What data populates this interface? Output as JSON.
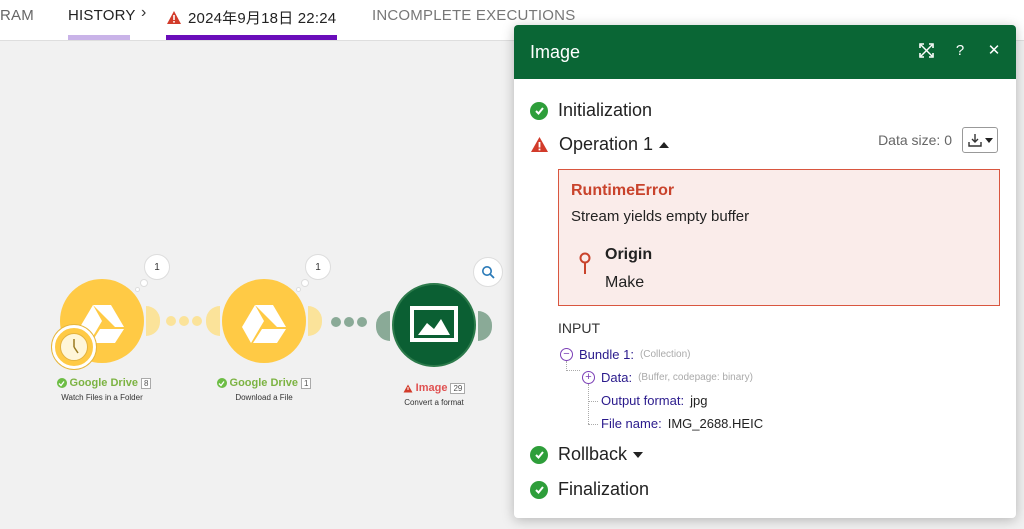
{
  "tabs": {
    "ram": "RAM",
    "history": "HISTORY",
    "run": "2024年9月18日 22:24",
    "incomplete": "INCOMPLETE EXECUTIONS"
  },
  "scenario": {
    "modules": [
      {
        "name": "Google Drive",
        "count": "8",
        "subtitle": "Watch Files in a Folder",
        "bubble": "1",
        "status": "ok"
      },
      {
        "name": "Google Drive",
        "count": "1",
        "subtitle": "Download a File",
        "bubble": "1",
        "status": "ok"
      },
      {
        "name": "Image",
        "count": "29",
        "subtitle": "Convert a format",
        "status": "error"
      }
    ]
  },
  "panel": {
    "title": "Image",
    "initialization": "Initialization",
    "operation": "Operation 1",
    "data_size": "Data size: 0",
    "error": {
      "type": "RuntimeError",
      "message": "Stream yields empty buffer",
      "origin_label": "Origin",
      "origin_value": "Make"
    },
    "input": {
      "title": "INPUT",
      "bundle_key": "Bundle 1:",
      "bundle_meta": "(Collection)",
      "data_key": "Data:",
      "data_meta": "(Buffer, codepage: binary)",
      "output_format_key": "Output format:",
      "output_format_val": "jpg",
      "file_name_key": "File name:",
      "file_name_val": "IMG_2688.HEIC"
    },
    "rollback": "Rollback",
    "finalization": "Finalization"
  },
  "colors": {
    "header_green": "#0a6635",
    "history_accent": "#c9b3e8",
    "run_accent": "#6a0dba",
    "error_red": "#c9432c",
    "success_green": "#2e9e3a",
    "gdrive_yellow": "#ffca45"
  },
  "icons": [
    "warning-icon",
    "chevron-right-icon",
    "expand-icon",
    "help-icon",
    "close-icon",
    "check-icon",
    "download-icon",
    "pin-icon",
    "search-icon",
    "clock-icon",
    "google-drive-icon",
    "image-icon"
  ]
}
